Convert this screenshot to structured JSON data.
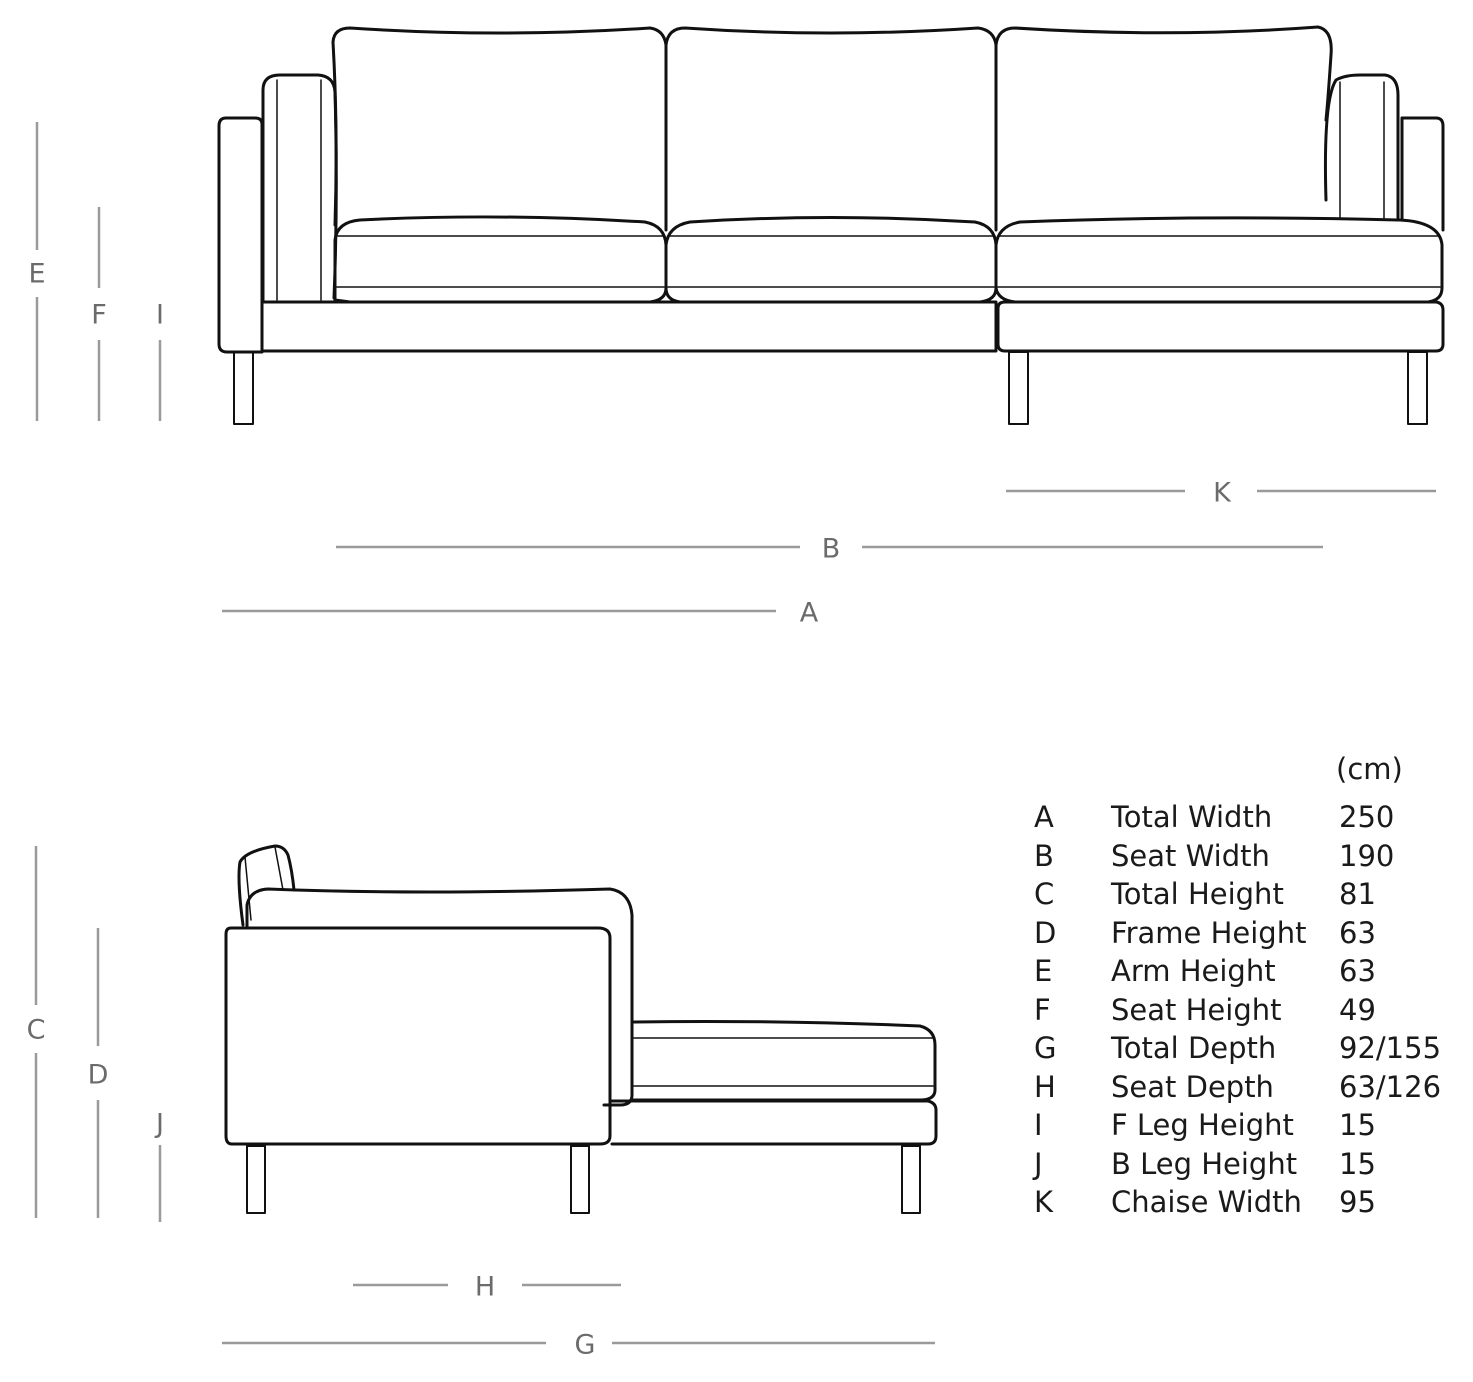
{
  "front_view": {
    "dimension_labels": {
      "E": "E",
      "F": "F",
      "I": "I",
      "K": "K",
      "B": "B",
      "A": "A"
    }
  },
  "side_view": {
    "dimension_labels": {
      "C": "C",
      "D": "D",
      "J": "J",
      "H": "H",
      "G": "G"
    }
  },
  "spec_table": {
    "unit": "(cm)",
    "rows": [
      {
        "key": "A",
        "name": "Total Width",
        "value": "250"
      },
      {
        "key": "B",
        "name": "Seat Width",
        "value": "190"
      },
      {
        "key": "C",
        "name": "Total Height",
        "value": "81"
      },
      {
        "key": "D",
        "name": "Frame Height",
        "value": "63"
      },
      {
        "key": "E",
        "name": "Arm Height",
        "value": "63"
      },
      {
        "key": "F",
        "name": "Seat Height",
        "value": "49"
      },
      {
        "key": "G",
        "name": "Total Depth",
        "value": "92/155"
      },
      {
        "key": "H",
        "name": "Seat Depth",
        "value": "63/126"
      },
      {
        "key": "I",
        "name": "F Leg Height",
        "value": "15"
      },
      {
        "key": "J",
        "name": "B Leg Height",
        "value": "15"
      },
      {
        "key": "K",
        "name": "Chaise Width",
        "value": "95"
      }
    ]
  },
  "colors": {
    "outline": "#111111",
    "dimension_line": "#9a9a9a",
    "dimension_text": "#6b6b6b",
    "spec_text": "#1a1a1a",
    "background": "#ffffff"
  }
}
